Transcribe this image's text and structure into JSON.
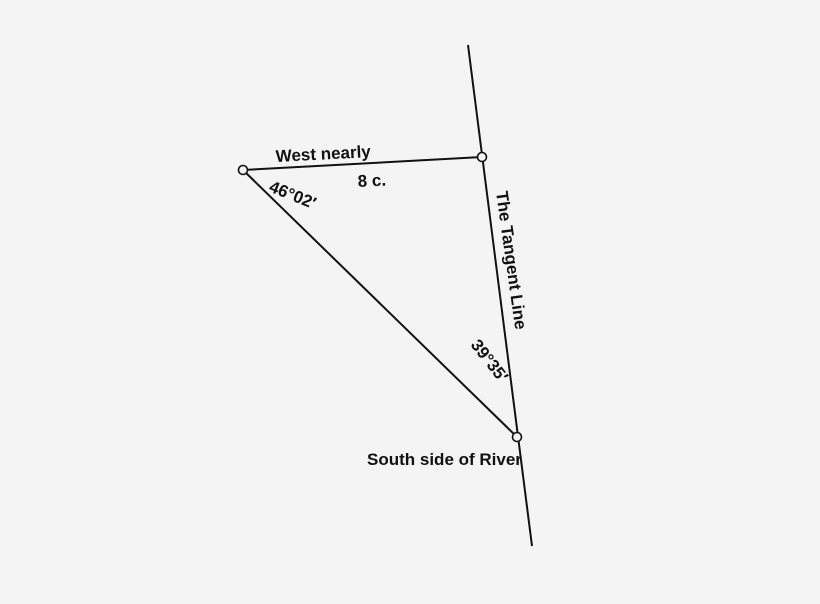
{
  "diagram": {
    "labels": {
      "west": "West nearly",
      "distance": "8 c.",
      "angle_left": "46°02′",
      "angle_bottom": "39°35′",
      "tangent_line": "The Tangent Line",
      "river": "South side of River"
    },
    "colors": {
      "background": "#f4f4f4",
      "ink": "#111111"
    }
  }
}
